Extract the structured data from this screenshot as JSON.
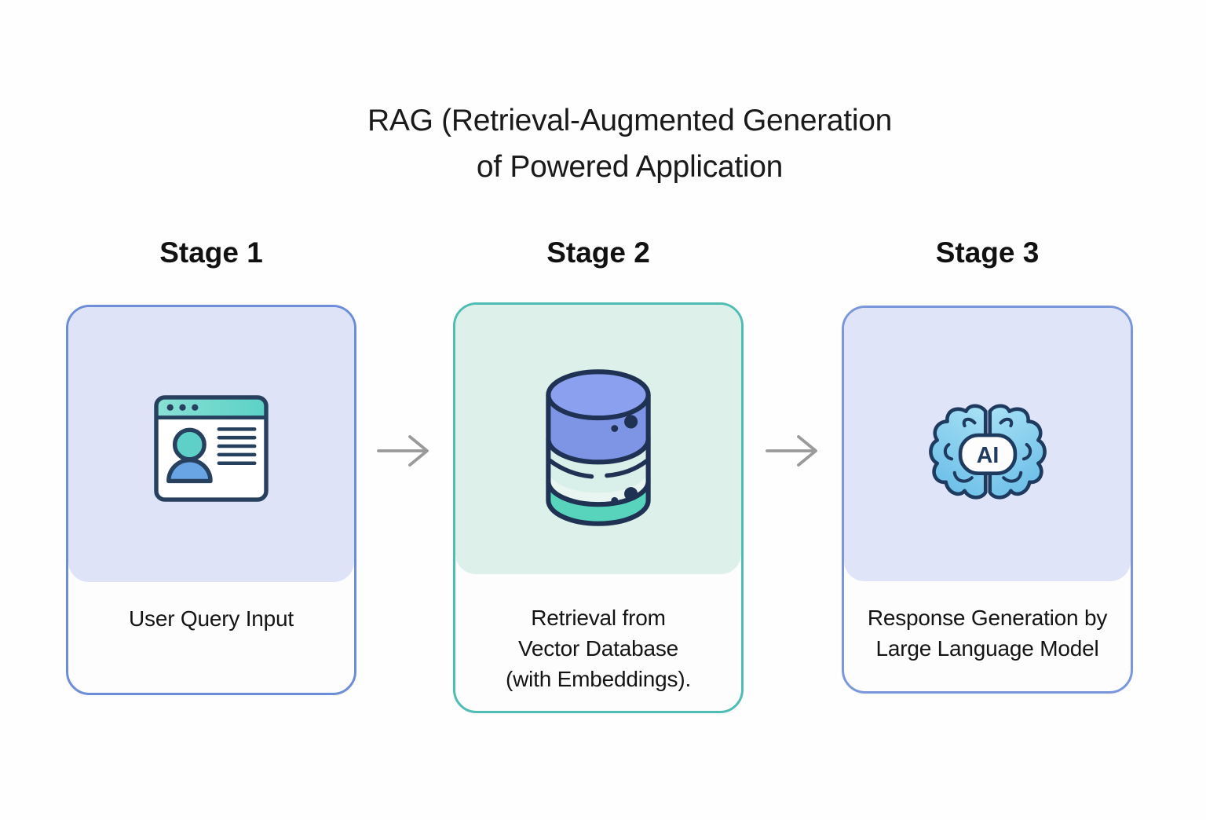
{
  "title": "RAG (Retrieval-Augmented Generation\nof Powered Application",
  "stages": [
    {
      "label": "Stage 1",
      "caption": "User Query Input",
      "icon": "user-query-browser-icon"
    },
    {
      "label": "Stage 2",
      "caption": "Retrieval from\nVector Database\n(with Embeddings).",
      "icon": "vector-database-icon"
    },
    {
      "label": "Stage 3",
      "caption": "Response Generation by\nLarge Language Model",
      "icon": "ai-brain-icon",
      "icon_label": "AI"
    }
  ],
  "icons": {
    "arrow": "flow-arrow-icon"
  },
  "colors": {
    "card_blue_border": "#6e8dd8",
    "card_blue_panel": "#dee3f7",
    "card_teal_border": "#4fbdb3",
    "card_teal_panel": "#ddf0ea",
    "outline_navy": "#24395c",
    "teal_fill": "#5fd0c8",
    "blue_fill": "#69a5e5",
    "db_blue_band": "#7e95e6",
    "db_mint_band": "#d9efe9",
    "db_teal_band": "#58d4bc",
    "brain_blue": "#8fd2ef",
    "arrow_gray": "#9a9a9a"
  }
}
